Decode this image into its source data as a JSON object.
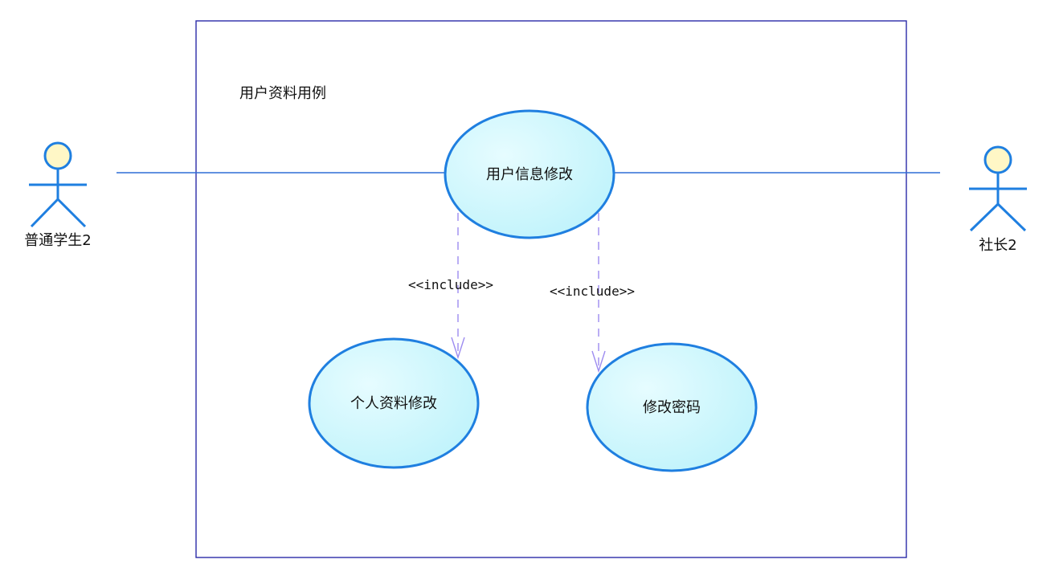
{
  "diagram": {
    "system_title": "用户资料用例",
    "use_cases": {
      "edit_user_info": "用户信息修改",
      "edit_personal_profile": "个人资料修改",
      "change_password": "修改密码"
    },
    "actors": {
      "student": "普通学生2",
      "president": "社长2"
    },
    "relations": {
      "include_left": "<<include>>",
      "include_right": "<<include>>"
    }
  },
  "colors": {
    "boundary": "#2b2ba8",
    "association": "#2f6fd6",
    "include": "#9d8cf0",
    "actor_stroke": "#1f7fe0",
    "actor_head_fill": "#fff7c6",
    "usecase_stroke": "#1f7fe0",
    "usecase_fill": "#bff3fb"
  }
}
